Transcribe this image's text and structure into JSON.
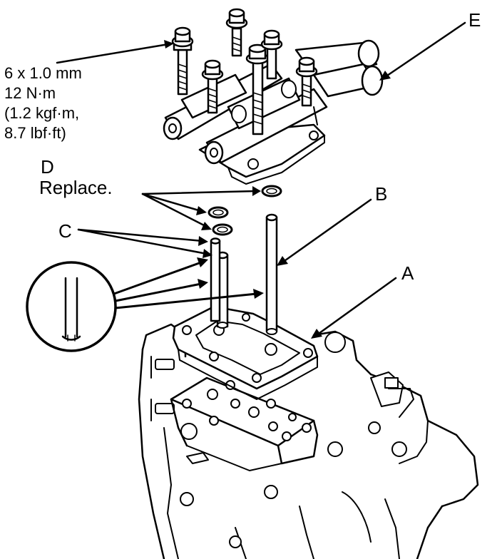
{
  "labels": {
    "A": "A",
    "B": "B",
    "C": "C",
    "D": "D",
    "E": "E",
    "replace": "Replace."
  },
  "torque_spec": {
    "line1": "6 x 1.0 mm",
    "line2": "12 N·m",
    "line3": "(1.2 kgf·m,",
    "line4": "8.7 lbf·ft)"
  }
}
